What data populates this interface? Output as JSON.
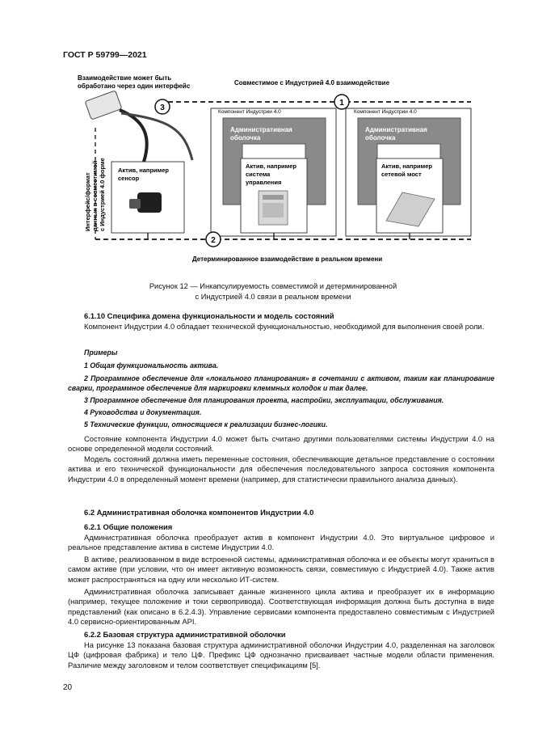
{
  "header": {
    "standard": "ГОСТ Р 59799—2021"
  },
  "figure": {
    "label_top_left": [
      "Взаимодействие может быть",
      "обработано через один интерфейс"
    ],
    "label_top_right": "Совместимое с Индустрией 4.0 взаимодействие",
    "label_side": [
      "Интерфейс/формат",
      "данных в совместимой",
      "с Индустрией 4.0 форме"
    ],
    "component_label": "Компонент Индустрии 4.0",
    "admin_shell": [
      "Административная",
      "оболочка"
    ],
    "asset_sensor": [
      "Актив, например",
      "сенсор"
    ],
    "asset_control": [
      "Актив, например",
      "система",
      "управления"
    ],
    "asset_bridge": [
      "Актив, например",
      "сетевой мост"
    ],
    "label_bottom": "Детерминированное взаимодействие в реальном времени",
    "marker1": "1",
    "marker2": "2",
    "marker3": "3"
  },
  "caption": {
    "line1": "Рисунок 12 — Инкапсулируемость совместимой и детерминированной",
    "line2": "с Индустрией 4.0 связи в реальном времени"
  },
  "sec_6_1_10": {
    "heading": "6.1.10 Специфика домена функциональности и модель состояний",
    "p1": "Компонент Индустрии 4.0 обладает технической функциональностью, необходимой для выполнения своей роли.",
    "examples_title": "Примеры",
    "ex1": "1 Общая функциональность актива.",
    "ex2": "2 Программное обеспечение для «локального планирования» в сочетании с активом, таким как планирование сварки, программное обеспечение для маркировки клеммных колодок и так далее.",
    "ex3": "3 Программное обеспечение для планирования проекта, настройки, эксплуатации, обслуживания.",
    "ex4": "4 Руководства и документация.",
    "ex5": "5 Технические функции, относящиеся к реализации бизнес-логики.",
    "p2": "Состояние компонента Индустрии 4.0 может быть считано другими пользователями системы Индустрии 4.0 на основе определенной модели состояний.",
    "p3": "Модель состояний должна иметь переменные состояния, обеспечивающие детальное представление о состоянии актива и его технической функциональности для обеспечения последовательного запроса состояния компонента Индустрии 4.0 в определенный момент времени (например, для статистически правильного анализа данных)."
  },
  "sec_6_2": {
    "heading": "6.2 Административная оболочка компонентов Индустрии 4.0"
  },
  "sec_6_2_1": {
    "heading": "6.2.1 Общие положения",
    "p1": "Административная оболочка преобразует актив в компонент Индустрии 4.0. Это виртуальное цифровое и реальное представление актива в системе Индустрии 4.0.",
    "p2": "В активе, реализованном в виде встроенной системы, административная оболочка и ее объекты могут храниться в самом активе (при условии, что он имеет активную возможность связи, совместимую с Индустрией 4.0). Также актив может распространяться на одну или несколько ИТ-систем.",
    "p3": "Административная оболочка записывает данные жизненного цикла актива и преобразует их в информацию (например, текущее положение и токи сервопривода). Соответствующая информация должна быть доступна в виде представлений (как описано в 6.2.4.3). Управление сервисами компонента предоставлено совместимым с Индустрией 4.0 сервисно-ориентированным API."
  },
  "sec_6_2_2": {
    "heading": "6.2.2 Базовая структура административной оболочки",
    "p1": "На рисунке 13 показана базовая структура административной оболочки Индустрии 4.0, разделенная на заголовок ЦФ (цифровая фабрика) и тело ЦФ. Префикс ЦФ однозначно присваивает частные модели области применения. Различие между заголовком и телом соответствует спецификациям [5]."
  },
  "footer": {
    "page_number": "20"
  }
}
